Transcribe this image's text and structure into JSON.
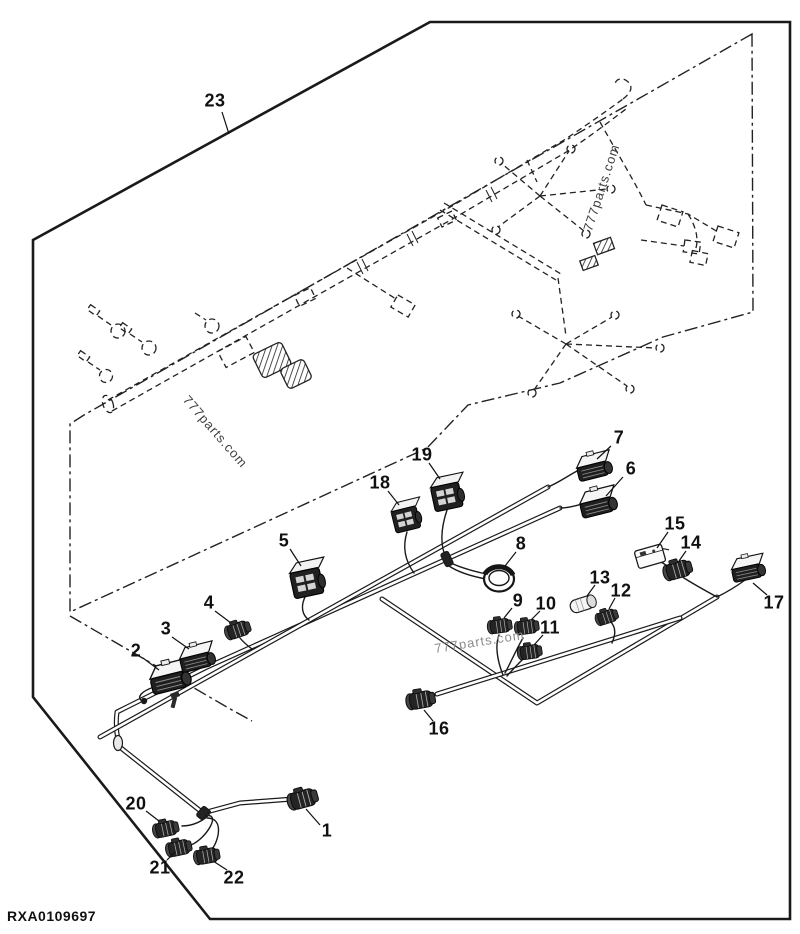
{
  "page": {
    "background": "#ffffff",
    "line_color": "#1a1a1a",
    "watermark_gray": "#8c8c8c"
  },
  "drawing_number": {
    "text": "RXA0109697"
  },
  "watermark": {
    "text": "777parts.com"
  },
  "callouts": [
    {
      "label": "1"
    },
    {
      "label": "2"
    },
    {
      "label": "3"
    },
    {
      "label": "4"
    },
    {
      "label": "5"
    },
    {
      "label": "6"
    },
    {
      "label": "7"
    },
    {
      "label": "8"
    },
    {
      "label": "9"
    },
    {
      "label": "10"
    },
    {
      "label": "11"
    },
    {
      "label": "12"
    },
    {
      "label": "13"
    },
    {
      "label": "14"
    },
    {
      "label": "15"
    },
    {
      "label": "16"
    },
    {
      "label": "17"
    },
    {
      "label": "18"
    },
    {
      "label": "19"
    },
    {
      "label": "20"
    },
    {
      "label": "21"
    },
    {
      "label": "22"
    },
    {
      "label": "23"
    }
  ]
}
